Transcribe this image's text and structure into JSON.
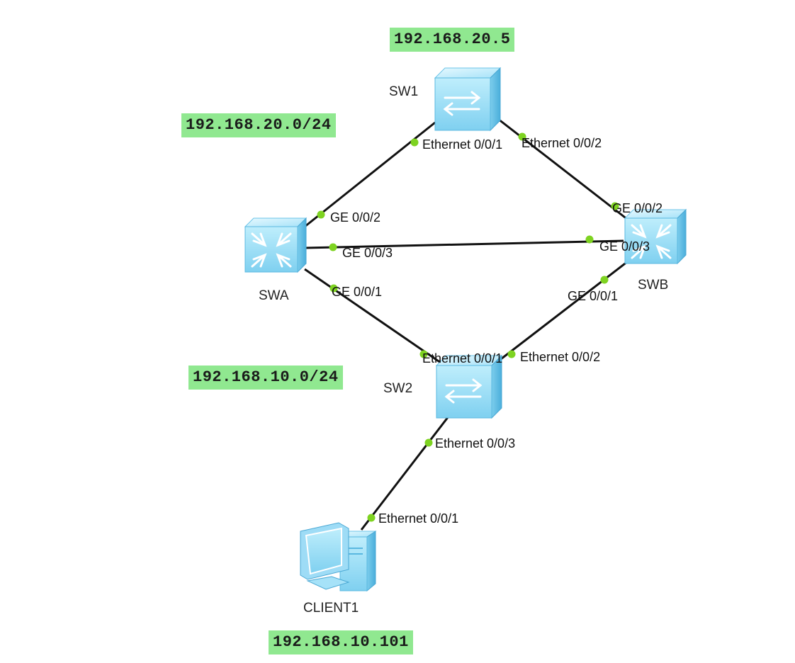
{
  "ip_labels": {
    "sw1_ip": "192.168.20.5",
    "net_20": "192.168.20.0/24",
    "net_10": "192.168.10.0/24",
    "client_ip": "192.168.10.101"
  },
  "devices": {
    "sw1": {
      "name": "SW1",
      "icon": "l2-switch-icon"
    },
    "swa": {
      "name": "SWA",
      "icon": "l3-switch-icon"
    },
    "swb": {
      "name": "SWB",
      "icon": "l3-switch-icon"
    },
    "sw2": {
      "name": "SW2",
      "icon": "l2-switch-icon"
    },
    "client1": {
      "name": "CLIENT1",
      "icon": "pc-icon"
    }
  },
  "ports": {
    "sw1_e1": "Ethernet 0/0/1",
    "sw1_e2": "Ethernet 0/0/2",
    "swa_g2": "GE 0/0/2",
    "swa_g3": "GE 0/0/3",
    "swa_g1": "GE 0/0/1",
    "swb_g2": "GE 0/0/2",
    "swb_g3": "GE 0/0/3",
    "swb_g1": "GE 0/0/1",
    "sw2_e1": "Ethernet 0/0/1",
    "sw2_e2": "Ethernet 0/0/2",
    "sw2_e3": "Ethernet 0/0/3",
    "client_e1": "Ethernet 0/0/1"
  },
  "colors": {
    "link": "#111111",
    "port_dot": "#7ed321",
    "ip_bg": "#90e890",
    "device_light": "#c8f0fc",
    "device_mid": "#8ed8f4",
    "device_dark": "#4ab4e0"
  }
}
